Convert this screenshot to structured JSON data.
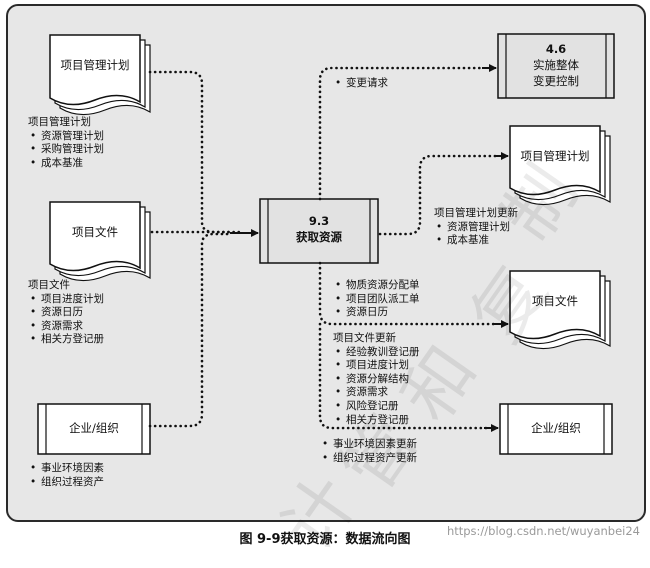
{
  "process": {
    "number": "9.3",
    "name": "获取资源"
  },
  "inputs": {
    "pm_plan": {
      "title": "项目管理计划",
      "head": "项目管理计划",
      "items": [
        "资源管理计划",
        "采购管理计划",
        "成本基准"
      ]
    },
    "project_docs": {
      "title": "项目文件",
      "head": "项目文件",
      "items": [
        "项目进度计划",
        "资源日历",
        "资源需求",
        "相关方登记册"
      ]
    },
    "enterprise": {
      "title": "企业/组织",
      "items": [
        "事业环境因素",
        "组织过程资产"
      ]
    }
  },
  "outputs": {
    "change_control": {
      "number": "4.6",
      "line1": "实施整体",
      "line2": "变更控制",
      "flow_label": "变更请求"
    },
    "pm_plan": {
      "title": "项目管理计划",
      "head": "项目管理计划更新",
      "items": [
        "资源管理计划",
        "成本基准"
      ]
    },
    "project_docs": {
      "title": "项目文件",
      "direct_items": [
        "物质资源分配单",
        "项目团队派工单",
        "资源日历"
      ],
      "head": "项目文件更新",
      "items": [
        "经验教训登记册",
        "项目进度计划",
        "资源分解结构",
        "资源需求",
        "风险登记册",
        "相关方登记册"
      ]
    },
    "enterprise": {
      "title": "企业/组织",
      "items": [
        "事业环境因素更新",
        "组织过程资产更新"
      ]
    }
  },
  "caption": "图 9-9获取资源：数据流向图",
  "watermark_url": "https://blog.csdn.net/wuyanbei24",
  "watermark_chars": [
    "计",
    "管",
    "和",
    "复",
    "制"
  ],
  "colors": {
    "frame_bg": "#e7e7e7",
    "box_bg": "#ffffff",
    "process_bg": "#e2e2e2",
    "line": "#111111"
  }
}
